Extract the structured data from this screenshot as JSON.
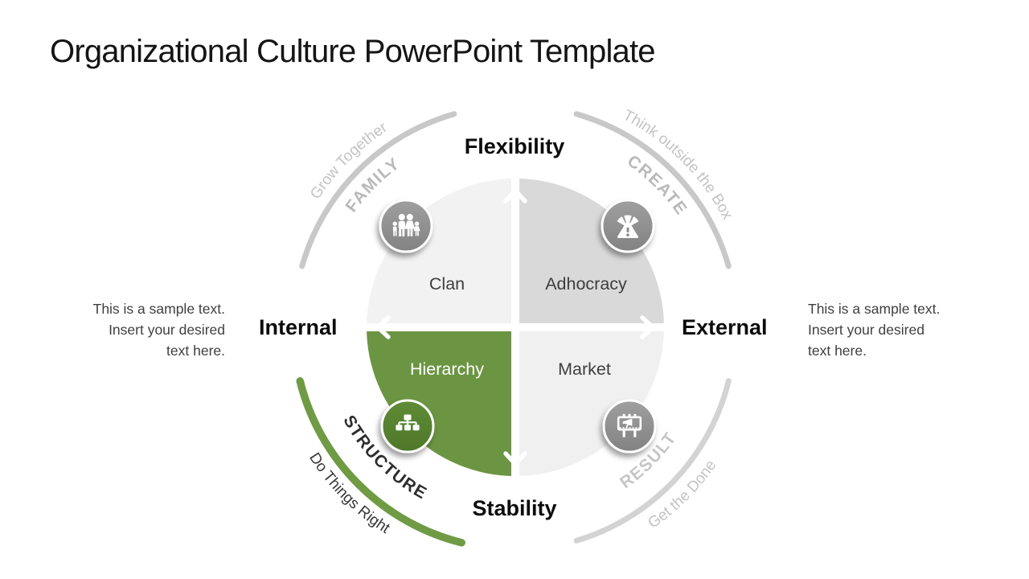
{
  "slide_title": "Organizational Culture PowerPoint Template",
  "axis_labels": {
    "top": "Flexibility",
    "bottom": "Stability",
    "left": "Internal",
    "right": "External"
  },
  "side_notes": {
    "left": "This is a sample text.\nInsert your desired\ntext here.",
    "right": "This is a sample text.\nInsert your desired\ntext here."
  },
  "quadrants": {
    "clan": {
      "label": "Clan",
      "arc_word": "FAMILY",
      "arc_phrase": "Grow Together",
      "icon": "family-icon",
      "highlighted": false
    },
    "adhocracy": {
      "label": "Adhocracy",
      "arc_word": "CREATE",
      "arc_phrase": "Think outside the Box",
      "icon": "gauge-warning-icon",
      "highlighted": false
    },
    "hierarchy": {
      "label": "Hierarchy",
      "arc_word": "STRUCTURE",
      "arc_phrase": "Do Things Right",
      "icon": "org-chart-icon",
      "highlighted": true
    },
    "market": {
      "label": "Market",
      "arc_word": "RESULT",
      "arc_phrase": "Get the Done",
      "icon": "billboard-icon",
      "highlighted": false
    }
  },
  "colors": {
    "accent_green_quadrant": "#6b9542",
    "accent_green_arc": "#6f9b44",
    "accent_green_circle": "#577f30",
    "quadrant_clan": "#f2f2f2",
    "quadrant_adhocracy": "#d9d9d9",
    "quadrant_market": "#f0f0f0",
    "icon_circle_gray": "#8f8f8f",
    "arc_gray": "#c8c8c8",
    "muted_text_gray": "#b9b9b9",
    "body_text": "#3f3f3f"
  }
}
